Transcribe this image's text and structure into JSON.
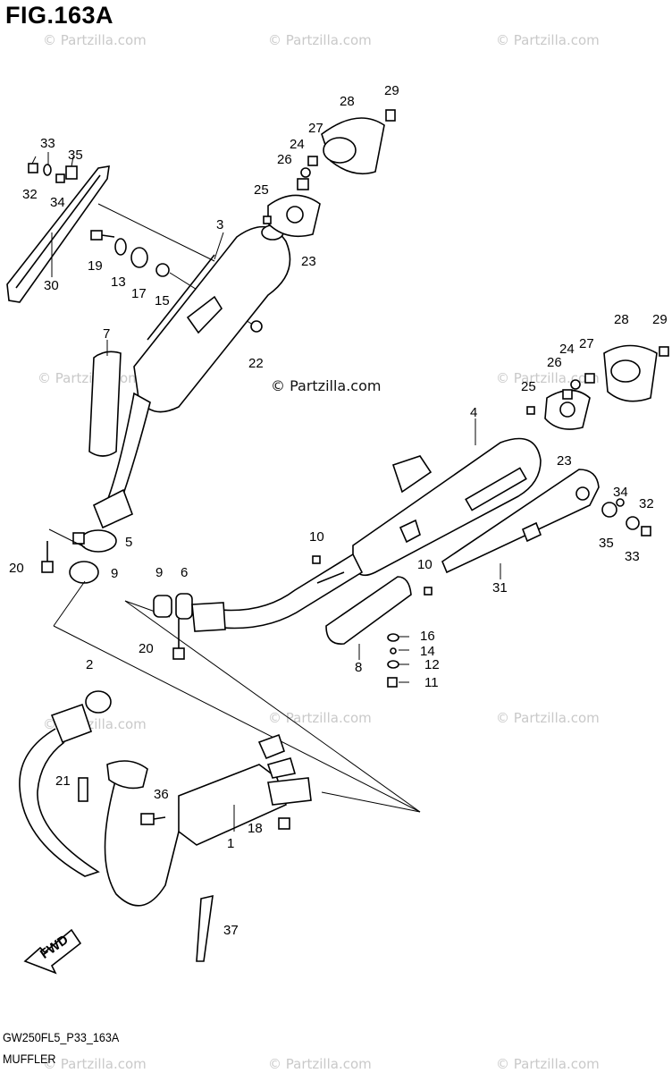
{
  "figure": {
    "title": "FIG.163A",
    "code": "GW250FL5_P33_163A",
    "name": "MUFFLER"
  },
  "watermark": {
    "text": "© Partzilla.com"
  },
  "callouts": [
    "1",
    "2",
    "3",
    "4",
    "5",
    "6",
    "7",
    "8",
    "9",
    "9",
    "10",
    "10",
    "11",
    "12",
    "13",
    "14",
    "15",
    "16",
    "17",
    "18",
    "19",
    "20",
    "20",
    "21",
    "22",
    "23",
    "23",
    "24",
    "24",
    "25",
    "25",
    "26",
    "26",
    "27",
    "27",
    "28",
    "28",
    "29",
    "29",
    "30",
    "31",
    "32",
    "32",
    "33",
    "33",
    "34",
    "34",
    "35",
    "35",
    "36",
    "37"
  ],
  "fwd_label": "FWD"
}
